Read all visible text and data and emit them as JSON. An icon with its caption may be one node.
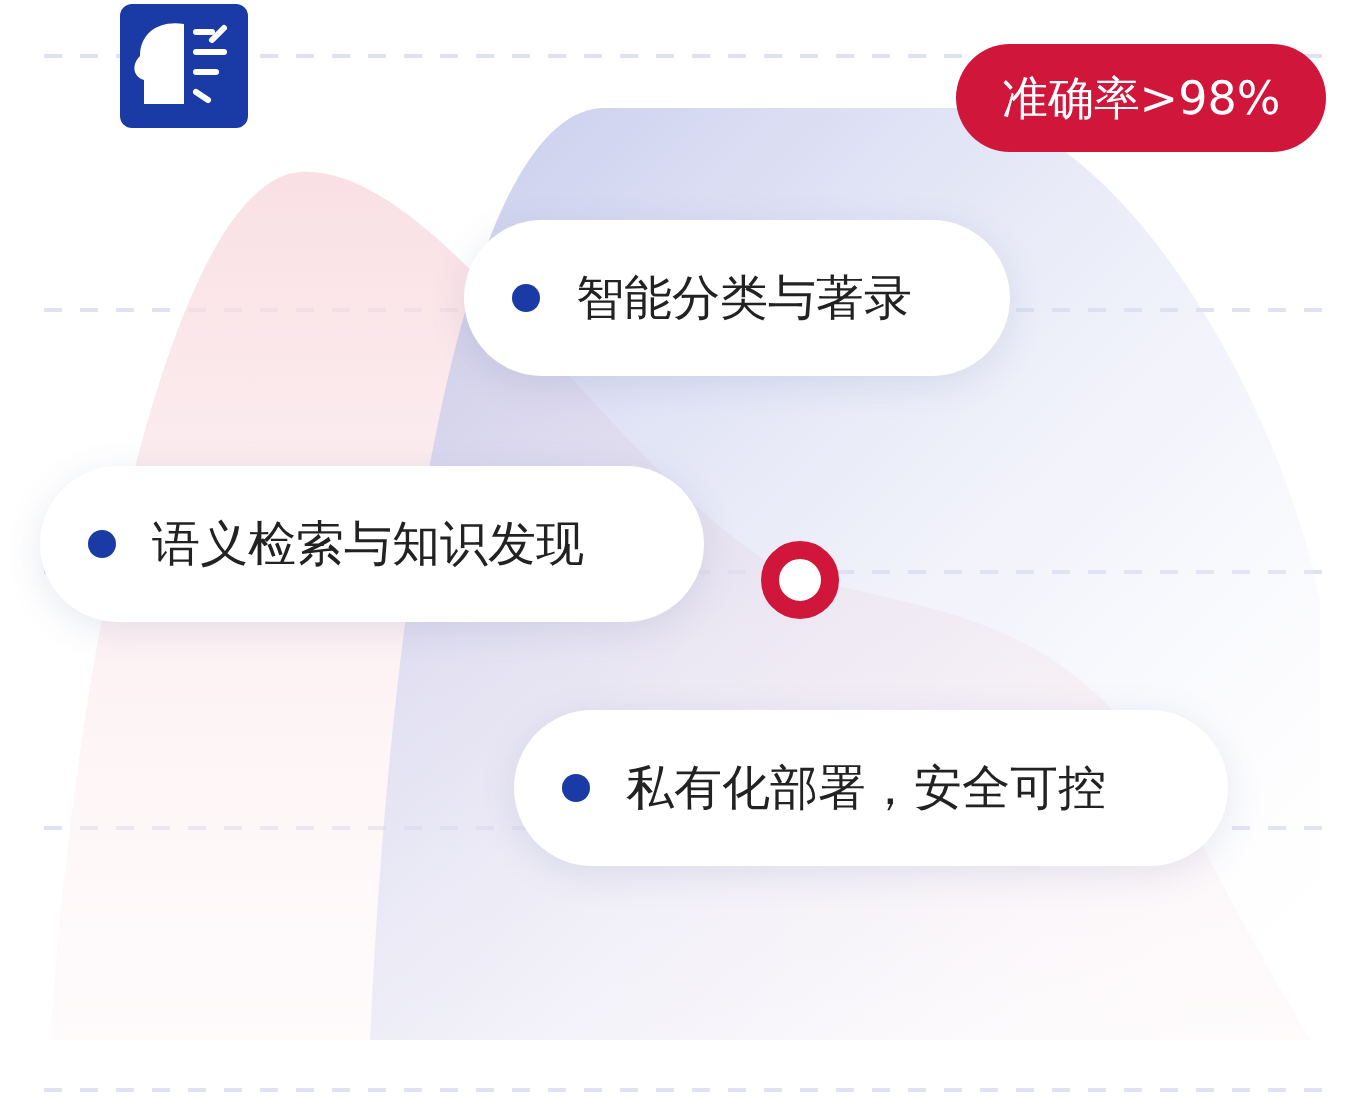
{
  "diagram": {
    "nodes": [
      {
        "text": [
          "准确率>98%"
        ]
      },
      {
        "text": [
          "智能分类与著录"
        ]
      },
      {
        "text": [
          "语义检索与知识发现"
        ]
      },
      {
        "text": [
          "私有化部署，安全可控"
        ]
      }
    ]
  }
}
